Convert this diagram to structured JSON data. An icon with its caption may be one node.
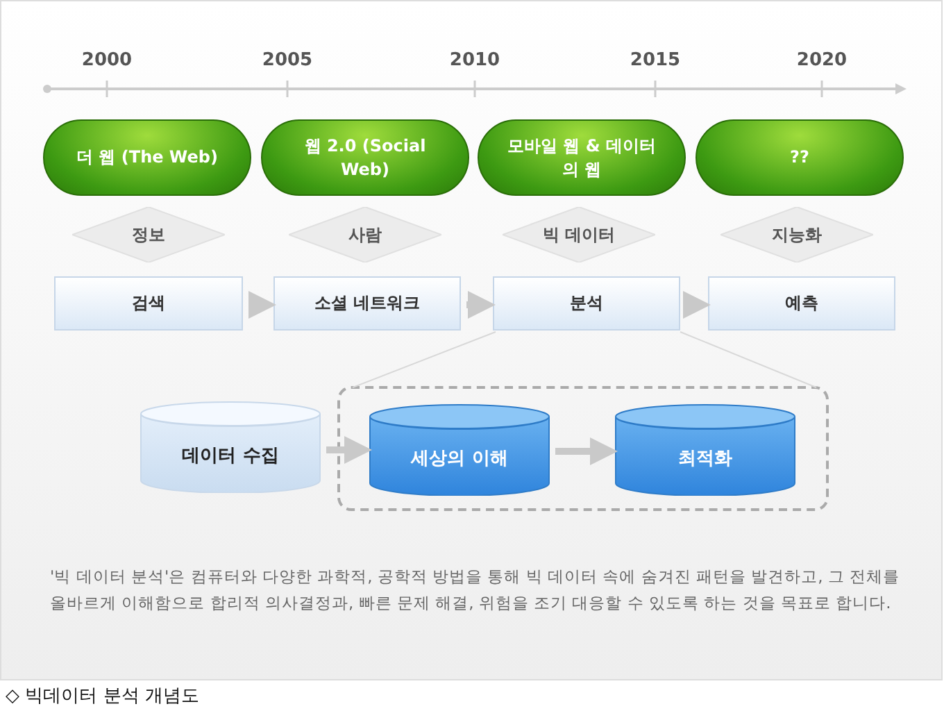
{
  "diagram": {
    "caption": "◇ 빅데이터 분석 개념도",
    "nodes": [
      {
        "text": [
          "더 웹 (The Web)"
        ]
      },
      {
        "text": [
          "웹 2.0 (Social Web)"
        ]
      },
      {
        "text": [
          "모바일 웹 & 데이터의 웹"
        ]
      },
      {
        "text": [
          "??"
        ]
      },
      {
        "text": [
          "정보"
        ]
      },
      {
        "text": [
          "사람"
        ]
      },
      {
        "text": [
          "빅 데이터"
        ]
      },
      {
        "text": [
          "지능화"
        ]
      },
      {
        "text": [
          "검색"
        ]
      },
      {
        "text": [
          "소셜 네트워크"
        ]
      },
      {
        "text": [
          "분석"
        ]
      },
      {
        "text": [
          "예측"
        ]
      },
      {
        "text": [
          "데이터 수집"
        ]
      },
      {
        "text": [],
        "shape": "box"
      },
      {
        "text": [
          "세상의 이해"
        ],
        "in": 13
      },
      {
        "text": [
          "최적화"
        ],
        "in": 13
      }
    ],
    "edges": [
      {
        "from": 8,
        "to": 9,
        "arrow": "to"
      },
      {
        "from": 9,
        "to": 10,
        "arrow": "to"
      },
      {
        "from": 10,
        "to": 11,
        "arrow": "to"
      },
      {
        "from": 10,
        "to": 13,
        "arrow": "none"
      },
      {
        "from": 10,
        "to": 13,
        "arrow": "none"
      },
      {
        "from": 12,
        "to": 14,
        "arrow": "to"
      },
      {
        "from": 14,
        "to": 15,
        "arrow": "to"
      }
    ],
    "labels": [
      "2000",
      "2005",
      "2010",
      "2015",
      "2020",
      "'빅 데이터 분석'은 컴퓨터와 다양한 과학적, 공학적 방법을 통해 빅 데이터 속에 숨겨진 패턴을 발견하고, 그 전체를 올바르게 이해함으로 합리적 의사결정과, 빠른 문제 해결, 위험을 조기 대응할 수 있도록 하는 것을 목표로 합니다."
    ]
  }
}
